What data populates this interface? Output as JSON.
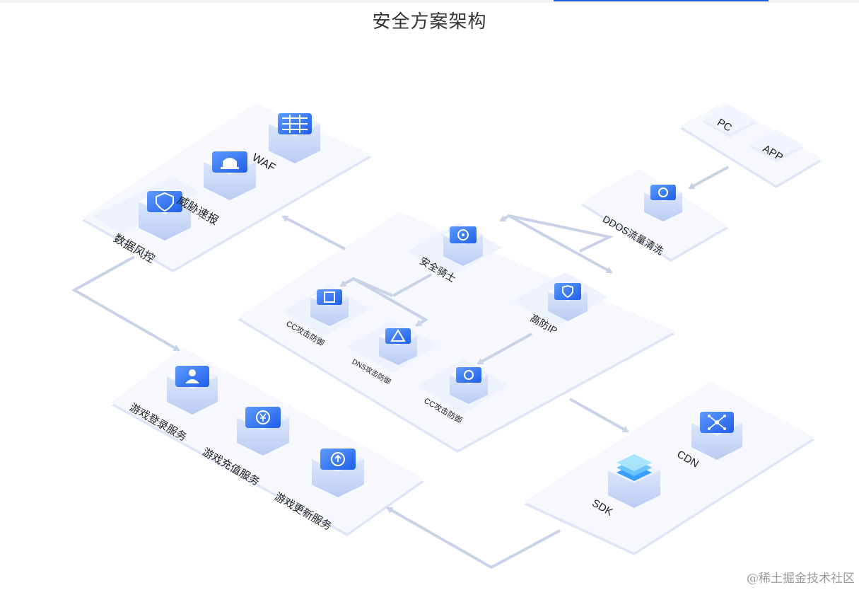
{
  "title": "安全方案架构",
  "nodes": {
    "waf": "WAF",
    "threat_report": "威胁速报",
    "data_risk": "数据风控",
    "pc": "PC",
    "app": "APP",
    "ddos": "DDOS流量清洗",
    "security_knight": "安全骑士",
    "cc_defense_1": "CC攻击防御",
    "dns_defense": "DNS攻击防御",
    "high_defense_ip": "高防IP",
    "cc_defense_2": "CC攻击防御",
    "game_login": "游戏登录服务",
    "game_recharge": "游戏充值服务",
    "game_update": "游戏更新服务",
    "cdn": "CDN",
    "sdk": "SDK"
  },
  "watermark": "@稀土掘金技术社区",
  "colors": {
    "accent": "#1d5fdb",
    "icon_blue": "#2b6ef6",
    "platform": "#f6f8fd",
    "connector": "#c9d3e8"
  }
}
